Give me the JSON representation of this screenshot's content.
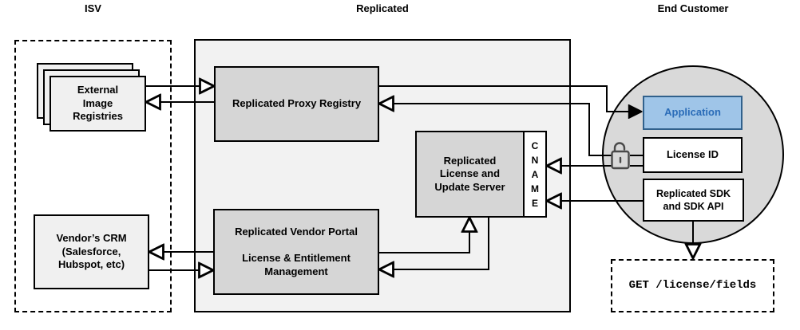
{
  "titles": {
    "isv": "ISV",
    "replicated": "Replicated",
    "end_customer": "End Customer"
  },
  "boxes": {
    "external_registries": "External\nImage\nRegistries",
    "vendor_crm": "Vendor’s CRM\n(Salesforce,\nHubspot, etc)",
    "proxy_registry": "Replicated Proxy Registry",
    "license_update_server": "Replicated\nLicense and\nUpdate Server",
    "cname": "C\nN\nA\nM\nE",
    "vendor_portal": "Replicated Vendor Portal\n\nLicense & Entitlement\nManagement",
    "application": "Application",
    "license_id": "License ID",
    "replicated_sdk": "Replicated SDK\nand SDK API",
    "get_request": "GET /license/fields"
  },
  "icons": {
    "lock": "unlocked-padlock-icon"
  },
  "colors": {
    "line": "#000000",
    "application_fill": "#9fc5e8",
    "application_border": "#31618c",
    "application_text": "#2a6cb8",
    "inner_box_gray": "#d6d6d6",
    "outer_section_gray": "#f2f2f2",
    "isv_box_gray": "#f0f0f0",
    "circle_gray": "#d9d9d9",
    "lock_stroke": "#4a4a4a"
  }
}
